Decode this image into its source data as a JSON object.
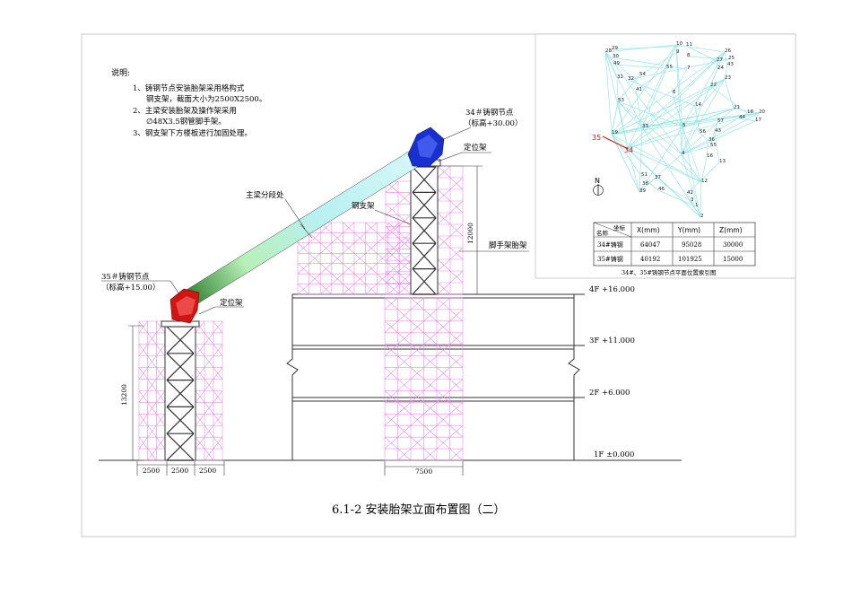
{
  "notes": {
    "heading": "说明:",
    "items": [
      "1、铸钢节点安装胎架采用格构式",
      "钢支架，截面大小为2500X2500。",
      "2、主梁安装胎架及操作架采用",
      "∅48X3.5钢管脚手架。",
      "3、钢支架下方楼板进行加固处理。"
    ]
  },
  "labels": {
    "node34_title": "34＃铸钢节点",
    "node34_elev": "（标高+30.00）",
    "node35_title": "35＃铸钢节点",
    "node35_elev": "（标高+15.00）",
    "locating_frame_top": "定位架",
    "locating_frame_left": "定位架",
    "beam_segment": "主梁分段处",
    "steel_support": "钢支架",
    "scaffold_frame": "脚手架胎架"
  },
  "floors": [
    {
      "label": "4F +16.000"
    },
    {
      "label": "3F +11.000"
    },
    {
      "label": "2F +6.000"
    },
    {
      "label": "1F ±0.000"
    }
  ],
  "dimensions": {
    "height_left": "13200",
    "height_right": "12000",
    "bottom_left": [
      "2500",
      "2500",
      "2500"
    ],
    "bottom_right": "7500"
  },
  "plan": {
    "north": "N",
    "caption": "34#、35#铸钢节点平面位置索引图",
    "highlight_35": "35",
    "highlight_34": "34",
    "points": [
      "28",
      "29",
      "30",
      "49",
      "10",
      "11",
      "9",
      "8",
      "26",
      "27",
      "25",
      "43",
      "55",
      "7",
      "24",
      "54",
      "31",
      "32",
      "23",
      "41",
      "22",
      "6",
      "53",
      "14",
      "21",
      "18",
      "20",
      "44",
      "17",
      "5",
      "57",
      "33",
      "56",
      "43",
      "19",
      "36",
      "55",
      "4",
      "16",
      "13",
      "12",
      "37",
      "51",
      "38",
      "39",
      "46",
      "42",
      "3",
      "1",
      "2"
    ],
    "table": {
      "corner_top": "坐标",
      "corner_bottom": "名称",
      "headers": [
        "X(mm)",
        "Y(mm)",
        "Z(mm)"
      ],
      "rows": [
        {
          "name": "34#铸钢",
          "x": "64047",
          "y": "95028",
          "z": "30000"
        },
        {
          "name": "35#铸钢",
          "x": "40192",
          "y": "101925",
          "z": "15000"
        }
      ]
    }
  },
  "title": "6.1-2 安装胎架立面布置图（二）",
  "colors": {
    "scaffold": "#e68ce6",
    "node34": "#1a2fd0",
    "node35": "#d01515",
    "plan_lines": "#9ae6e6"
  }
}
